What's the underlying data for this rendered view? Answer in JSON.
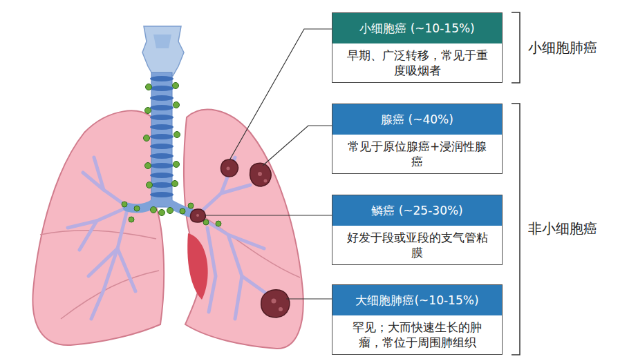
{
  "diagram": {
    "nodes": [
      {
        "text": [
          "小细胞癌 (~10-15%)",
          "早期、广泛转移，常见于重度吸烟者"
        ]
      },
      {
        "text": [
          "腺癌 (~40%)",
          "常见于原位腺癌+浸润性腺癌"
        ]
      },
      {
        "text": [
          "鳞癌 (~25-30%)",
          "好发于段或亚段的支气管粘膜"
        ]
      },
      {
        "text": [
          "大细胞肺癌(~10-15%)",
          "罕见；大而快速生长的肿瘤，常位于周围肺组织"
        ]
      }
    ],
    "labels": [
      "小细胞肺癌",
      "非小细胞癌"
    ]
  }
}
